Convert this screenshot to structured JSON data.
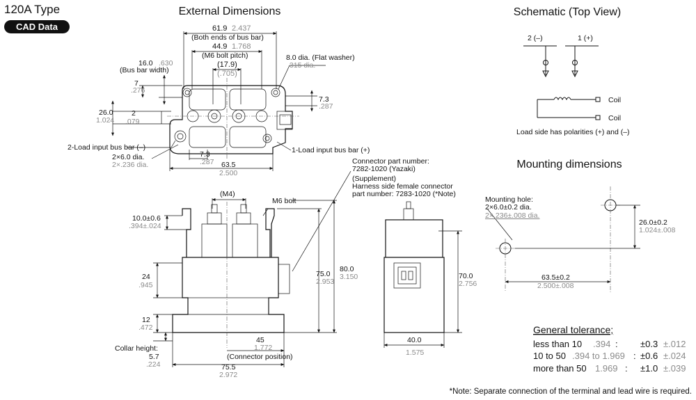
{
  "header": {
    "type_label": "120A Type",
    "cad_badge": "CAD Data"
  },
  "titles": {
    "external": "External Dimensions",
    "schematic": "Schematic (Top View)",
    "mounting": "Mounting dimensions"
  },
  "top_view": {
    "d1": "61.9",
    "d1_in": "2.437",
    "d1_note": "(Both ends of bus bar)",
    "d2": "44.9",
    "d2_in": "1.768",
    "d2_note": "(M6 bolt pitch)",
    "d3": "(17.9)",
    "d3_in": "(.705)",
    "washer": "8.0 dia. (Flat washer)",
    "washer_in": ".315 dia.",
    "busw": "16.0",
    "busw_in": ".630",
    "busw_note": "(Bus bar width)",
    "d7": "7",
    "d7_in": ".276",
    "d26": "26.0",
    "d26_in": "1.024",
    "d2b": "2",
    "d2b_in": ".079",
    "d73": "7.3",
    "d73_in": ".287",
    "load2": "2-Load input bus bar (–)",
    "load1": "1-Load input bus bar (+)",
    "hole": "2×6.0 dia.",
    "hole_in": "2×.236 dia.",
    "d73b": "7.3",
    "d73b_in": ".287",
    "d635": "63.5",
    "d635_in": "2.500"
  },
  "connector": {
    "l1": "Connector part number:",
    "l2": "7282-1020 (Yazaki)",
    "l3": "(Supplement)",
    "l4": "Harness side female connector",
    "l5": "part number: 7283-1020 (*Note)"
  },
  "front_view": {
    "m4": "(M4)",
    "m6": "M6 bolt",
    "d10": "10.0±0.6",
    "d10_in": ".394±.024",
    "d24": "24",
    "d24_in": ".945",
    "d12": "12",
    "d12_in": ".472",
    "collar": "Collar height:",
    "d57": "5.7",
    "d57_in": ".224",
    "d45": "45",
    "d45_in": "1.772",
    "connpos": "(Connector position)",
    "d755": "75.5",
    "d755_in": "2.972",
    "d75": "75.0",
    "d75_in": "2.953",
    "d80": "80.0",
    "d80_in": "3.150"
  },
  "side_view": {
    "d70": "70.0",
    "d70_in": "2.756",
    "d40": "40.0",
    "d40_in": "1.575"
  },
  "schematic": {
    "t2": "2 (–)",
    "t1": "1 (+)",
    "coil1": "Coil",
    "coil2": "Coil",
    "note": "Load side has polarities (+) and (–)"
  },
  "mounting": {
    "hole1": "Mounting hole:",
    "hole2": "2×6.0±0.2 dia.",
    "hole3": "2×.236±.008 dia.",
    "v": "26.0±0.2",
    "v_in": "1.024±.008",
    "h": "63.5±0.2",
    "h_in": "2.500±.008"
  },
  "tolerance": {
    "title": "General tolerance;",
    "rows": [
      {
        "a": "less than 10",
        "b": ".394",
        "c": ":",
        "d": "±0.3",
        "e": "±.012"
      },
      {
        "a": "10 to 50",
        "b": ".394 to 1.969",
        "c": ":",
        "d": "±0.6",
        "e": "±.024"
      },
      {
        "a": "more than 50",
        "b": "1.969",
        "c": ":",
        "d": "±1.0",
        "e": "±.039"
      }
    ]
  },
  "footnote": "*Note: Separate connection of the terminal and lead wire is required."
}
